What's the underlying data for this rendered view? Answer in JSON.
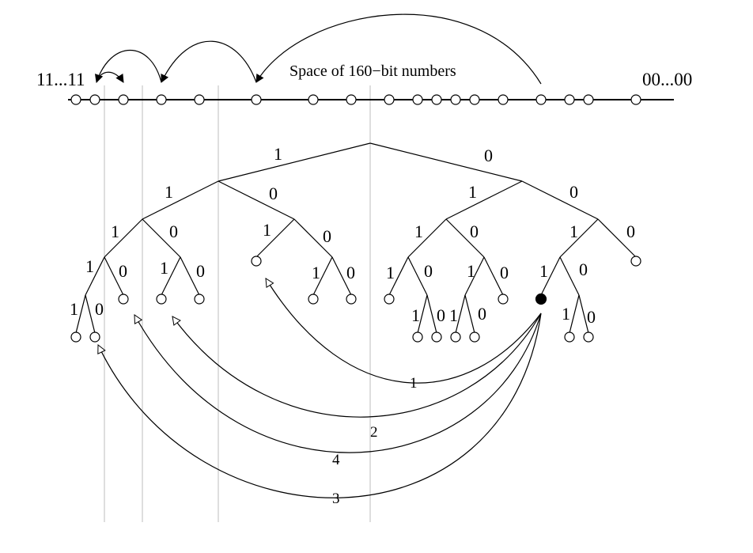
{
  "labels": {
    "left_end": "11...11",
    "right_end": "00...00",
    "space_caption": "Space of 160−bit numbers"
  },
  "bits": {
    "one": "1",
    "zero": "0"
  },
  "hops": {
    "h1": "1",
    "h2": "2",
    "h3": "3",
    "h4": "4"
  },
  "colors": {
    "line": "#000000",
    "guide": "#c8c8c8",
    "node_fill": "#ffffff",
    "source_node": "#000000"
  }
}
